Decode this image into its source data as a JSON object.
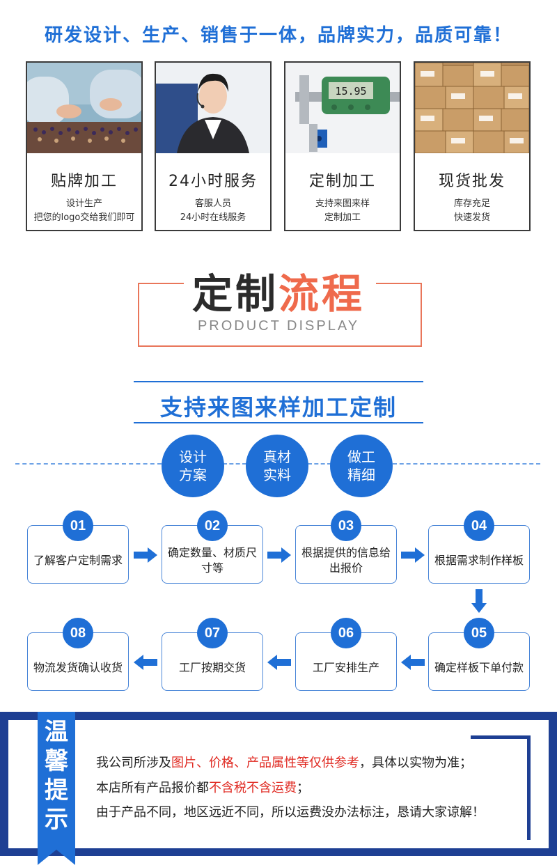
{
  "headline": "研发设计、生产、销售于一体，品牌实力，品质可靠！",
  "cards": [
    {
      "title": "贴牌加工",
      "line1": "设计生产",
      "line2": "把您的logo交给我们即可",
      "icon": "factory-workers-photo"
    },
    {
      "title": "24小时服务",
      "line1": "客服人员",
      "line2": "24小时在线服务",
      "icon": "customer-service-photo"
    },
    {
      "title": "定制加工",
      "line1": "支持来图来样",
      "line2": "定制加工",
      "icon": "caliper-photo"
    },
    {
      "title": "现货批发",
      "line1": "库存充足",
      "line2": "快速发货",
      "icon": "warehouse-boxes-photo"
    }
  ],
  "caliper_reading": "15.95",
  "hero": {
    "title_part1": "定制",
    "title_part2": "流程",
    "subtitle": "PRODUCT DISPLAY"
  },
  "section_title": "支持来图来样加工定制",
  "features": [
    {
      "line1": "设计",
      "line2": "方案"
    },
    {
      "line1": "真材",
      "line2": "实料"
    },
    {
      "line1": "做工",
      "line2": "精细"
    }
  ],
  "steps": [
    {
      "num": "01",
      "text": "了解客户定制需求"
    },
    {
      "num": "02",
      "text": "确定数量、材质尺寸等"
    },
    {
      "num": "03",
      "text": "根据提供的信息给出报价"
    },
    {
      "num": "04",
      "text": "根据需求制作样板"
    },
    {
      "num": "05",
      "text": "确定样板下单付款"
    },
    {
      "num": "06",
      "text": "工厂安排生产"
    },
    {
      "num": "07",
      "text": "工厂按期交货"
    },
    {
      "num": "08",
      "text": "物流发货确认收货"
    }
  ],
  "notice": {
    "ribbon": "温馨提示",
    "l1_a": "我公司所涉及",
    "l1_red": "图片、价格、产品属性等仅供参考",
    "l1_b": "，具体以实物为准；",
    "l2_a": "本店所有产品报价都",
    "l2_red": "不含税不含运费",
    "l2_b": "；",
    "l3": "由于产品不同，地区远近不同，所以运费没办法标注，恳请大家谅解！"
  },
  "colors": {
    "brand_blue": "#1f6fd6",
    "accent_orange": "#ef6a4c",
    "notice_navy": "#1e3f93",
    "notice_red": "#e02a22"
  }
}
